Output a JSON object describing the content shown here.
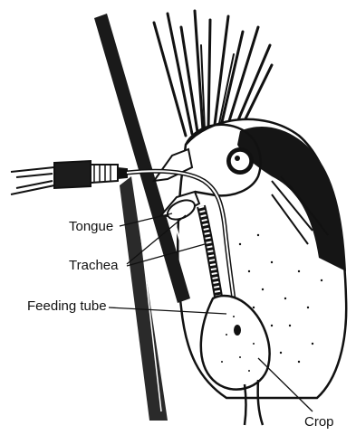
{
  "labels": {
    "tongue": "Tongue",
    "trachea": "Trachea",
    "feeding_tube": "Feeding tube",
    "crop": "Crop"
  },
  "colors": {
    "ink": "#111111",
    "paper": "#ffffff"
  }
}
